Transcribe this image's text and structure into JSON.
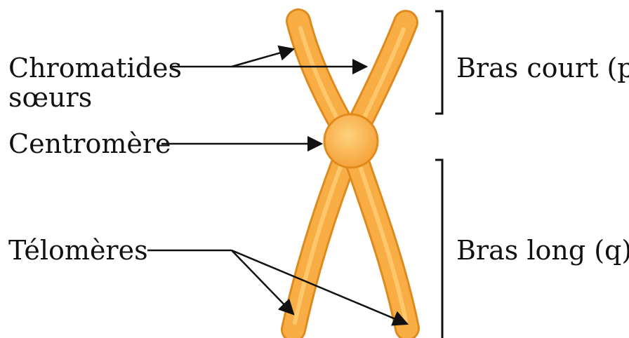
{
  "labels": {
    "chromatids_line1": "Chromatides",
    "chromatids_line2": "sœurs",
    "centromere": "Centromère",
    "telomeres": "Télomères",
    "short_arm": "Bras court (p)",
    "long_arm": "Bras long (q)"
  },
  "colors": {
    "chromosome_fill": "#F9AE45",
    "chromosome_edge": "#E08A1E",
    "chromosome_highlight": "#FFD27E",
    "ink": "#111111"
  }
}
